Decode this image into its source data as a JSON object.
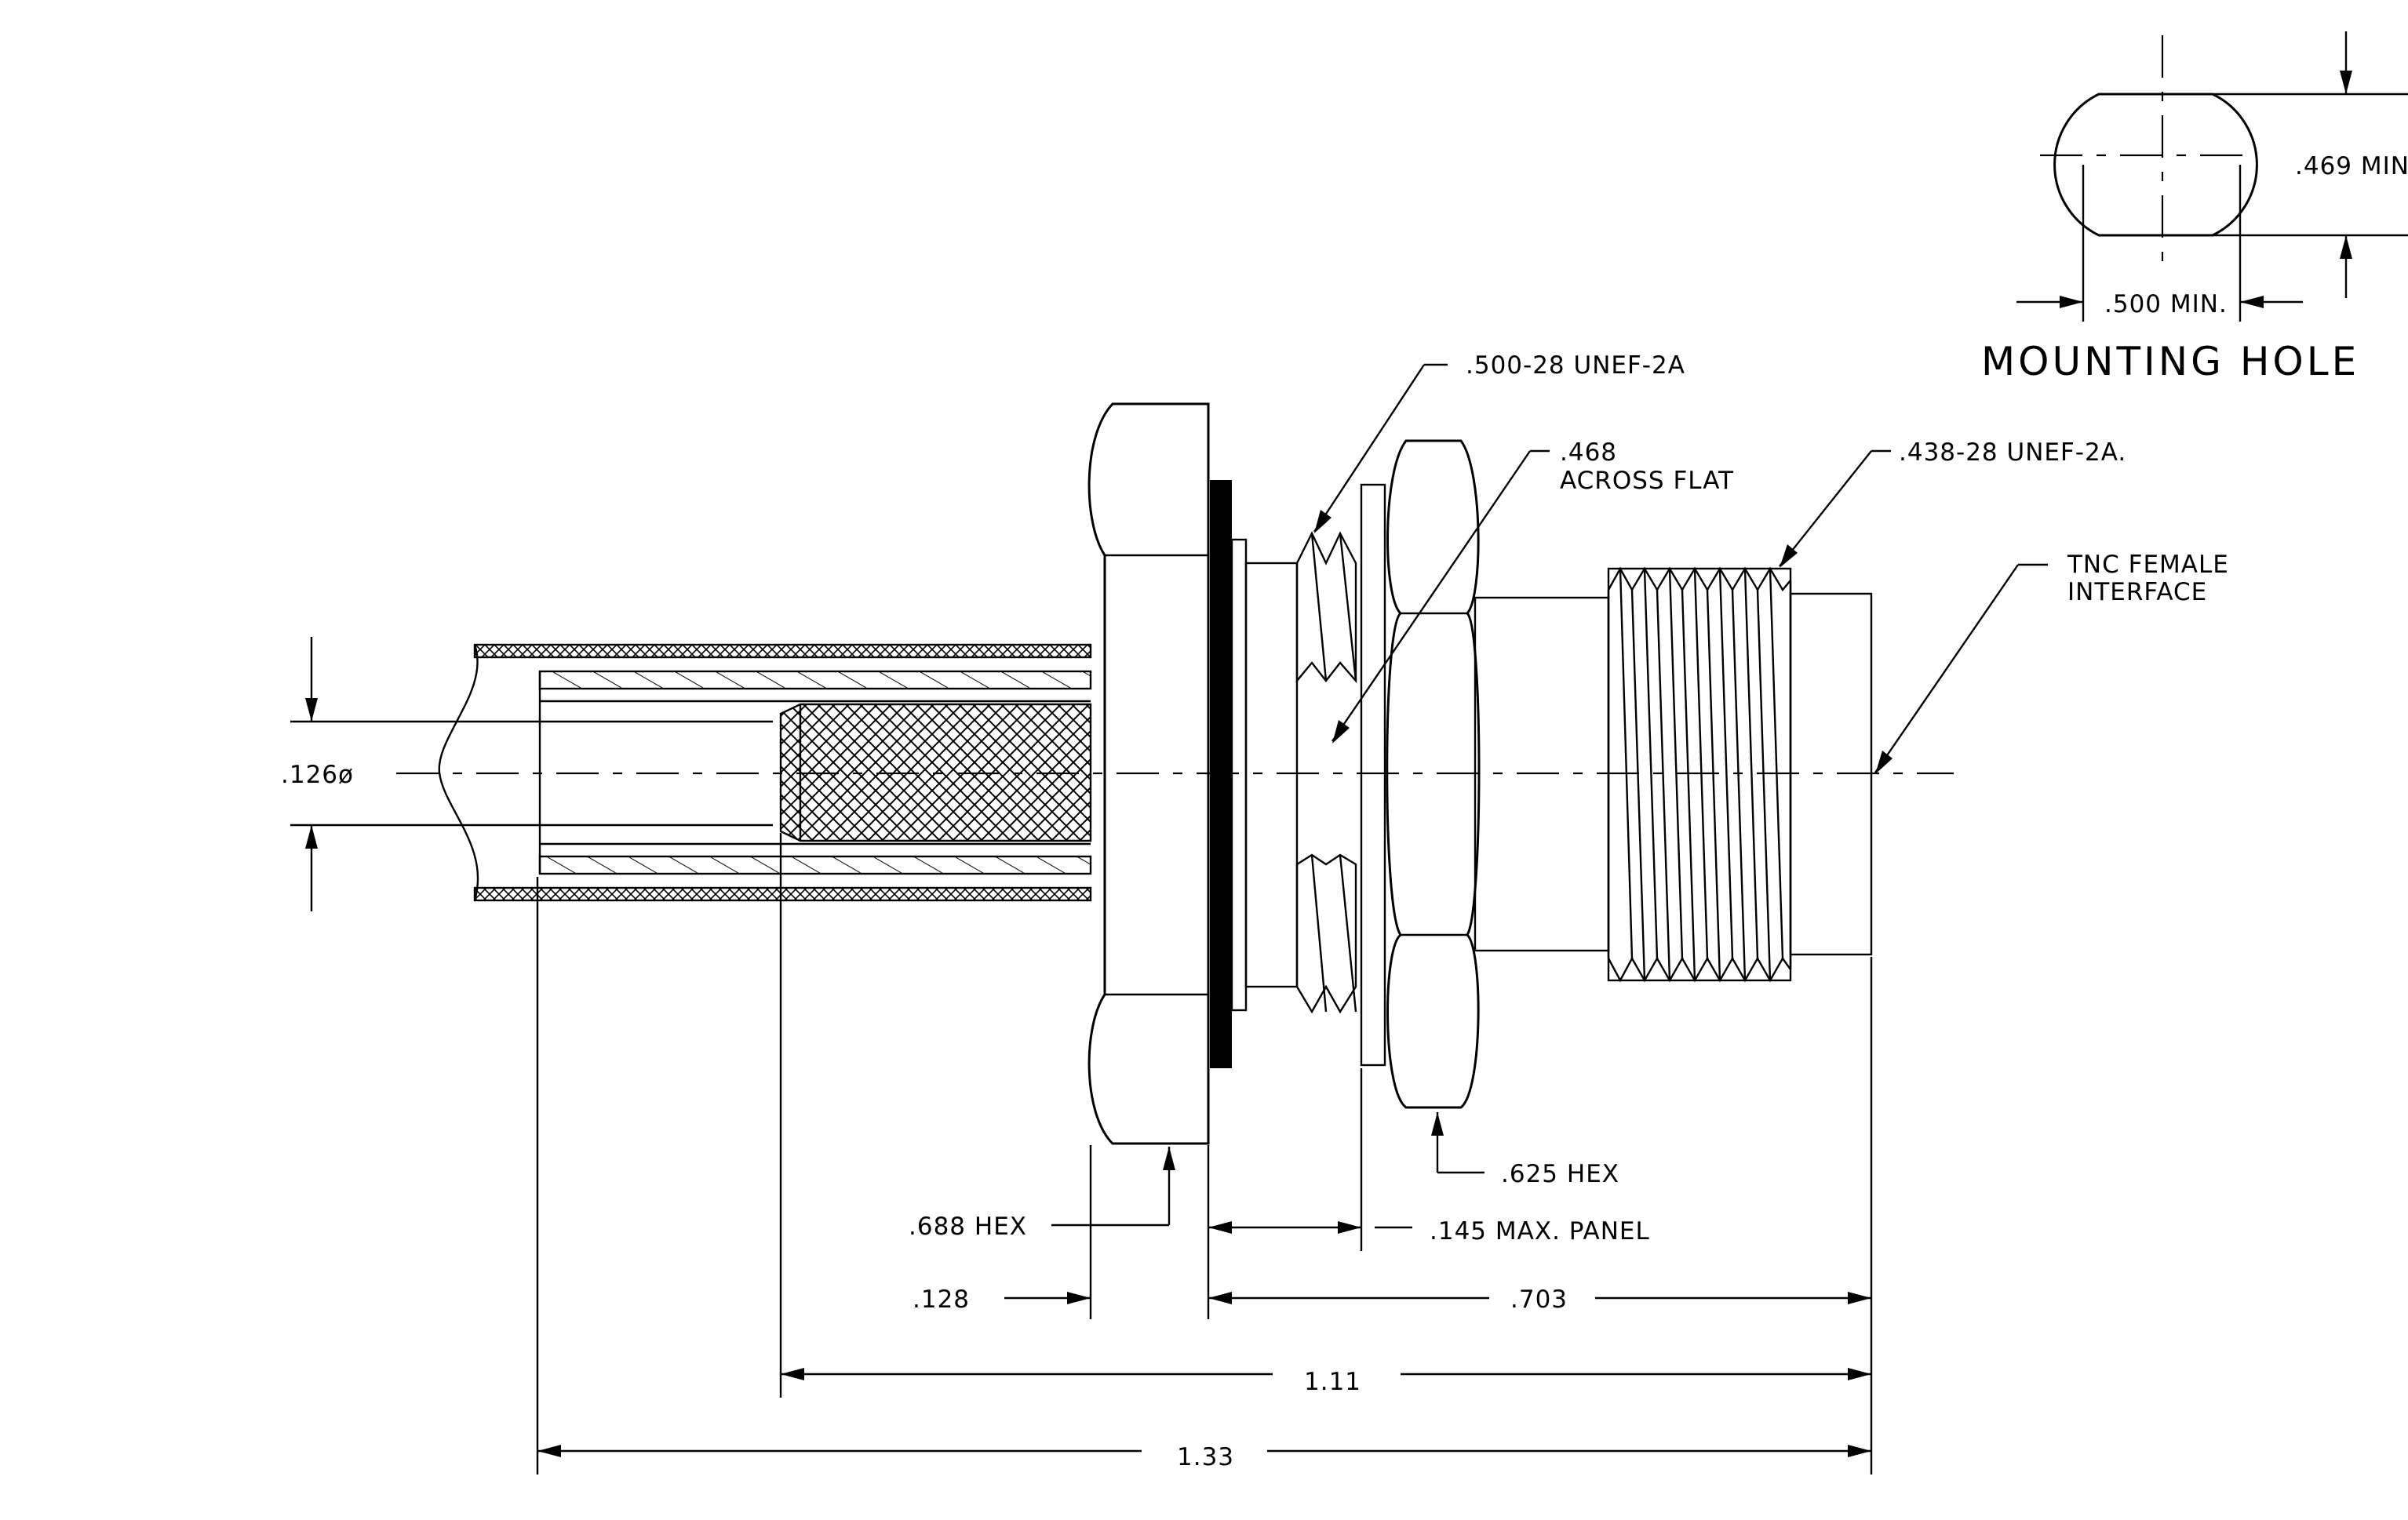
{
  "mounting_hole": {
    "title": "MOUNTING HOLE",
    "height_label": ".469 MIN.",
    "width_label": ".500 MIN."
  },
  "callouts": {
    "thread_panel": ".500-28 UNEF-2A",
    "across_flat_value": ".468",
    "across_flat_text": "ACROSS FLAT",
    "thread_front": ".438-28 UNEF-2A.",
    "interface_line1": "TNC FEMALE",
    "interface_line2": "INTERFACE",
    "pin_diameter": ".126ø",
    "hex_small": ".625 HEX",
    "hex_large": ".688 HEX",
    "panel": ".145 MAX. PANEL"
  },
  "dimensions": {
    "flange": ".128",
    "body": ".703",
    "mid": "1.11",
    "overall": "1.33"
  }
}
